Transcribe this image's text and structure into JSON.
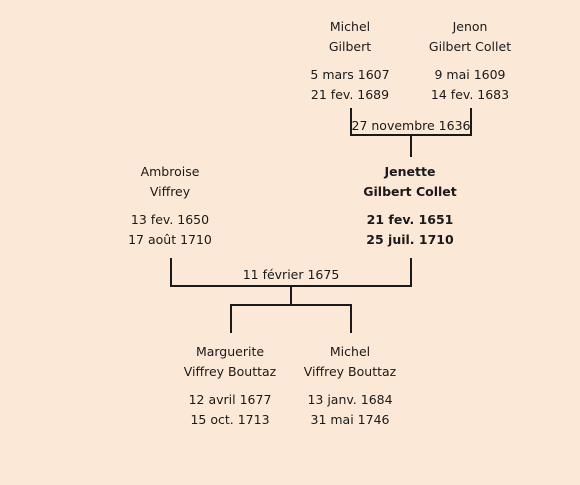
{
  "grandparents": {
    "father": {
      "first": "Michel",
      "last": "Gilbert",
      "birth": "5 mars 1607",
      "death": "21 fev. 1689"
    },
    "mother": {
      "first": "Jenon",
      "last": "Gilbert Collet",
      "birth": "9 mai 1609",
      "death": "14 fev. 1683"
    },
    "marriage": "27 novembre 1636"
  },
  "parents": {
    "husband": {
      "first": "Ambroise",
      "last": "Viffrey",
      "birth": "13 fev. 1650",
      "death": "17 août 1710"
    },
    "wife": {
      "first": "Jenette",
      "last": "Gilbert Collet",
      "birth": "21 fev. 1651",
      "death": "25 juil. 1710"
    },
    "marriage": "11 février 1675"
  },
  "children": [
    {
      "first": "Marguerite",
      "last": "Viffrey Bouttaz",
      "birth": "12 avril 1677",
      "death": "15 oct. 1713"
    },
    {
      "first": "Michel",
      "last": "Viffrey Bouttaz",
      "birth": "13 janv. 1684",
      "death": "31 mai 1746"
    }
  ]
}
